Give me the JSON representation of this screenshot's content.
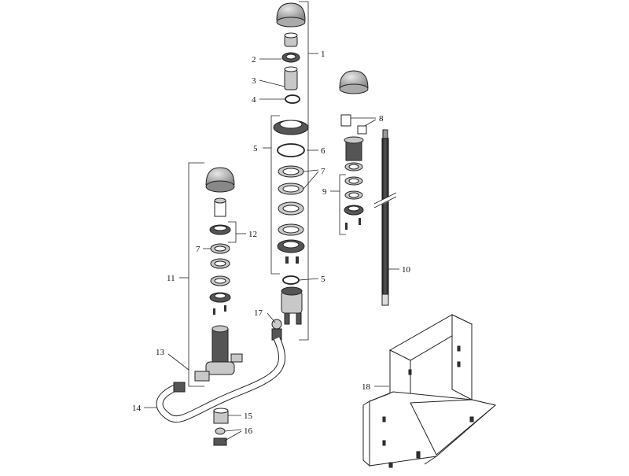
{
  "labels": {
    "l1": "1",
    "l2": "2",
    "l3": "3",
    "l4": "4",
    "l5a": "5",
    "l6": "6",
    "l7a": "7",
    "l8": "8",
    "l9": "9",
    "l10": "10",
    "l5b": "5",
    "l11": "11",
    "l12": "12",
    "l7b": "7",
    "l13": "13",
    "l14": "14",
    "l15": "15",
    "l16": "16",
    "l17": "17",
    "l18": "18"
  }
}
